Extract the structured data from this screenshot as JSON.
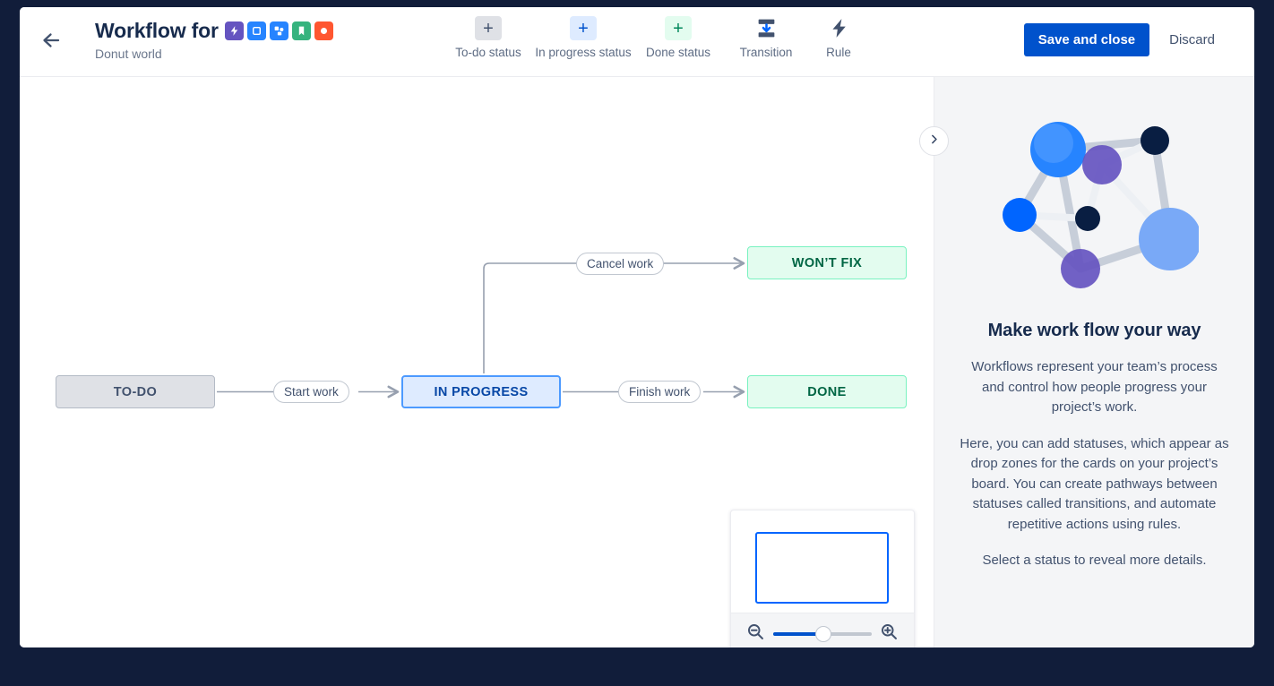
{
  "header": {
    "back_icon": "arrow-left-icon",
    "title": "Workflow for",
    "subtitle": "Donut world",
    "title_icons": [
      {
        "name": "bolt-icon",
        "bg": "#6554c0",
        "glyph": "⚡"
      },
      {
        "name": "square-outline-icon",
        "bg": "#2684ff",
        "glyph": "▣"
      },
      {
        "name": "sitemap-icon",
        "bg": "#2684ff",
        "glyph": "⧉"
      },
      {
        "name": "bookmark-icon",
        "bg": "#36b37e",
        "glyph": "⚑"
      },
      {
        "name": "circle-icon",
        "bg": "#ff5630",
        "glyph": "●"
      }
    ],
    "toolbar": [
      {
        "name": "add-todo-status",
        "label": "To-do status",
        "glyph": "+",
        "bg": "#dfe1e6",
        "fg": "#42526e"
      },
      {
        "name": "add-in-progress-status",
        "label": "In progress status",
        "glyph": "+",
        "bg": "#deebff",
        "fg": "#0052cc"
      },
      {
        "name": "add-done-status",
        "label": "Done status",
        "glyph": "+",
        "bg": "#e3fcef",
        "fg": "#00875a"
      },
      {
        "name": "add-transition",
        "label": "Transition",
        "glyph": "",
        "bg": "transparent",
        "fg": "#42526e"
      },
      {
        "name": "add-rule",
        "label": "Rule",
        "glyph": "",
        "bg": "transparent",
        "fg": "#42526e"
      }
    ],
    "save_label": "Save and close",
    "discard_label": "Discard"
  },
  "canvas": {
    "nodes": [
      {
        "id": "todo",
        "label": "TO-DO",
        "category": "to-do"
      },
      {
        "id": "in-progress",
        "label": "IN PROGRESS",
        "category": "in-progress",
        "selected": true
      },
      {
        "id": "done",
        "label": "DONE",
        "category": "done"
      },
      {
        "id": "wont-fix",
        "label": "WON’T FIX",
        "category": "done"
      }
    ],
    "transitions": [
      {
        "id": "start-work",
        "label": "Start work",
        "from": "todo",
        "to": "in-progress"
      },
      {
        "id": "finish-work",
        "label": "Finish work",
        "from": "in-progress",
        "to": "done"
      },
      {
        "id": "cancel-work",
        "label": "Cancel work",
        "from": "in-progress",
        "to": "wont-fix"
      }
    ],
    "panel_toggle_icon": "chevron-right-icon"
  },
  "minimap": {
    "zoom_out_icon": "zoom-out-icon",
    "zoom_in_icon": "zoom-in-icon",
    "zoom_percent": 51
  },
  "right_panel": {
    "illustration": "node-graph-illustration",
    "heading": "Make work flow your way",
    "paragraph1": "Workflows represent your team’s process and control how people progress your project’s work.",
    "paragraph2": "Here, you can add statuses, which appear as drop zones for the cards on your project’s board. You can create pathways between statuses called transitions, and automate repetitive actions using rules.",
    "paragraph3": "Select a status to reveal more details."
  },
  "colors": {
    "primary": "#0052cc",
    "todo_bg": "#dfe1e6",
    "in_progress_bg": "#deebff",
    "done_bg": "#e3fcef",
    "desktop": "#111d3a"
  }
}
